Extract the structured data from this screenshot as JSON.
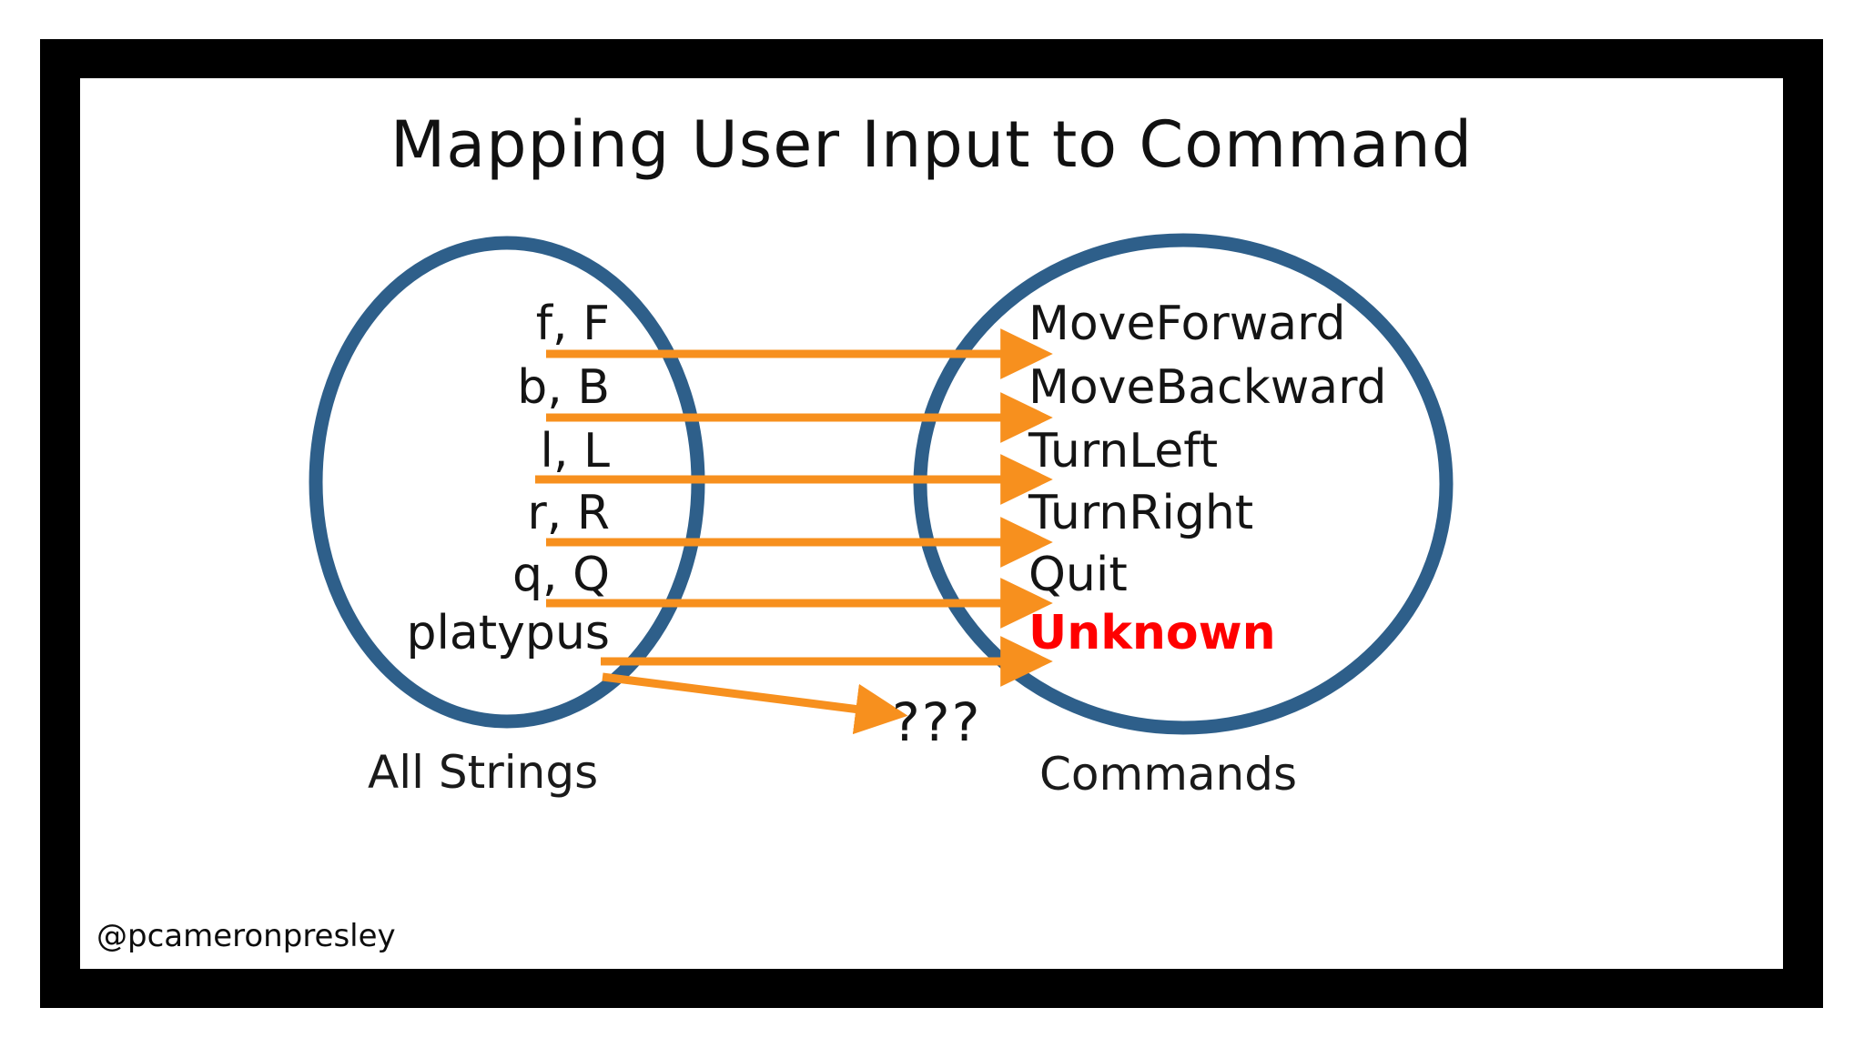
{
  "slide": {
    "title": "Mapping User Input to Command",
    "handle": "@pcameronpresley",
    "question_marks": "???"
  },
  "colors": {
    "frame": "#000000",
    "page_background": "#ffffff",
    "ellipse_stroke": "#2E5F8A",
    "arrow": "#F7901E",
    "text": "#141414",
    "highlight": "#FF0000"
  },
  "sets": {
    "left": {
      "caption": "All Strings",
      "items": [
        {
          "label": "f, F"
        },
        {
          "label": "b, B"
        },
        {
          "label": "l, L"
        },
        {
          "label": "r, R"
        },
        {
          "label": "q, Q"
        },
        {
          "label": "platypus"
        }
      ]
    },
    "right": {
      "caption": "Commands",
      "items": [
        {
          "label": "MoveForward",
          "highlight": false
        },
        {
          "label": "MoveBackward",
          "highlight": false
        },
        {
          "label": "TurnLeft",
          "highlight": false
        },
        {
          "label": "TurnRight",
          "highlight": false
        },
        {
          "label": "Quit",
          "highlight": false
        },
        {
          "label": "Unknown",
          "highlight": true
        }
      ]
    }
  },
  "mappings": [
    {
      "from": "f, F",
      "to": "MoveForward"
    },
    {
      "from": "b, B",
      "to": "MoveBackward"
    },
    {
      "from": "l, L",
      "to": "TurnLeft"
    },
    {
      "from": "r, R",
      "to": "TurnRight"
    },
    {
      "from": "q, Q",
      "to": "Quit"
    },
    {
      "from": "platypus",
      "to": "Unknown"
    },
    {
      "from": "platypus",
      "to": "???"
    }
  ]
}
